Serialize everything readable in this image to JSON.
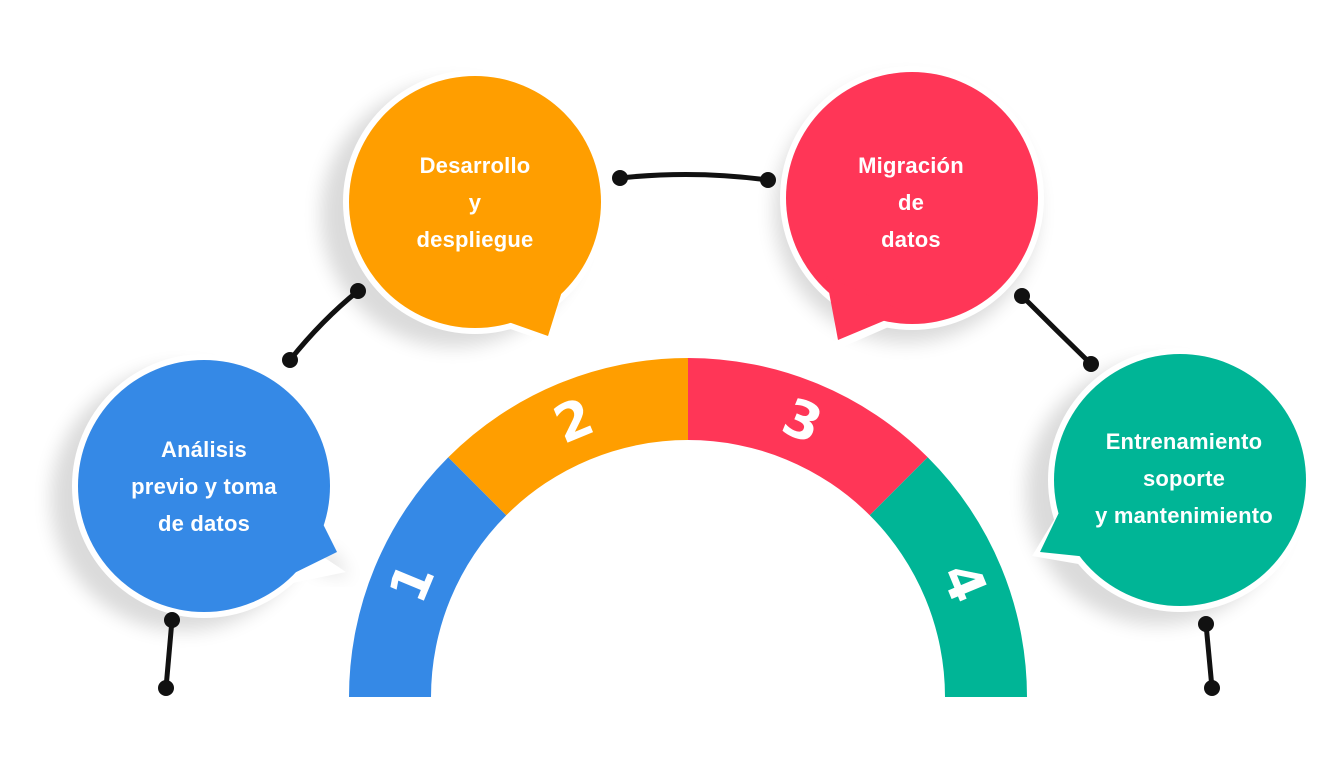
{
  "steps": [
    {
      "number": "1",
      "label_lines": [
        "Análisis",
        "previo y toma",
        "de datos"
      ],
      "color": "#3589E6"
    },
    {
      "number": "2",
      "label_lines": [
        "Desarrollo",
        "y",
        "despliegue"
      ],
      "color": "#FF9E00"
    },
    {
      "number": "3",
      "label_lines": [
        "Migración",
        "de",
        "datos"
      ],
      "color": "#FF3657"
    },
    {
      "number": "4",
      "label_lines": [
        "Entrenamiento",
        "soporte",
        "y mantenimiento"
      ],
      "color": "#00B596"
    }
  ],
  "connector_color": "#111111"
}
